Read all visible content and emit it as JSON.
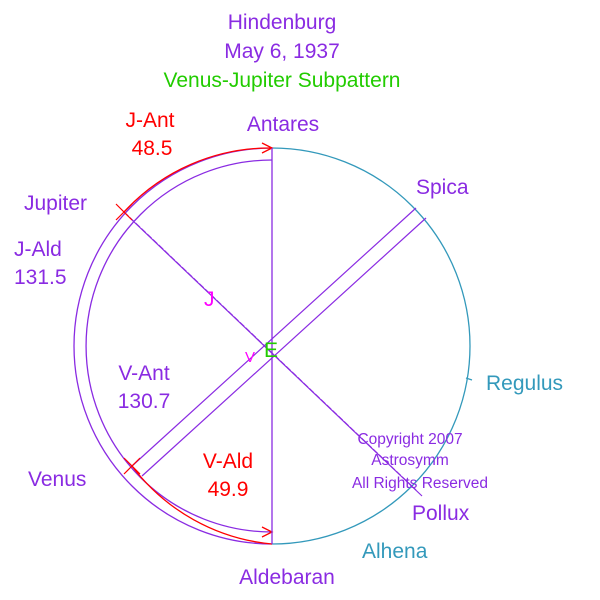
{
  "title": {
    "line1": "Hindenburg",
    "line2": "May 6, 1937",
    "line3": "Venus-Jupiter Subpattern"
  },
  "stars": {
    "antares": "Antares",
    "aldebaran": "Aldebaran",
    "spica": "Spica",
    "regulus": "Regulus",
    "pollux": "Pollux",
    "alhena": "Alhena"
  },
  "planets": {
    "jupiter": "Jupiter",
    "venus": "Venus",
    "jupiter_marker": "J",
    "venus_marker": "V",
    "earth_marker": "E"
  },
  "arcs": {
    "j_ant_label": "J-Ant",
    "j_ant_value": "48.5",
    "j_ald_label": "J-Ald",
    "j_ald_value": "131.5",
    "v_ant_label": "V-Ant",
    "v_ant_value": "130.7",
    "v_ald_label": "V-Ald",
    "v_ald_value": "49.9"
  },
  "copyright": {
    "line1": "Copyright 2007",
    "line2": "Astrosymm",
    "line3": "All Rights Reserved"
  },
  "colors": {
    "purple": "#8a2be2",
    "red": "#ff0000",
    "green": "#22cc00",
    "teal": "#3399bb",
    "magenta": "#ff00ff"
  }
}
